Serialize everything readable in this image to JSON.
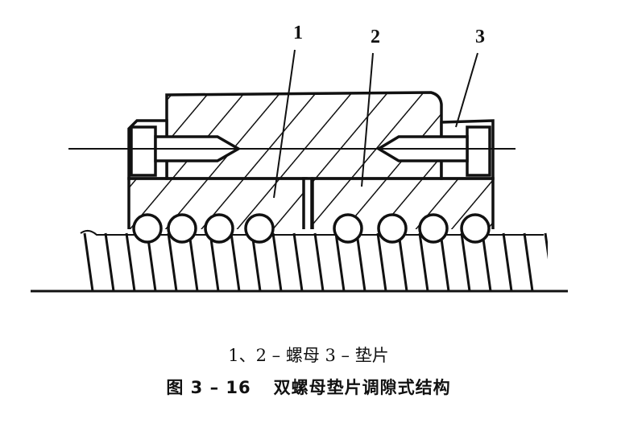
{
  "labels": {
    "one": "1",
    "two": "2",
    "three": "3"
  },
  "legend": "1、2 – 螺母   3 – 垫片",
  "figure": {
    "number": "图 3 – 16",
    "title": "双螺母垫片调隙式结构"
  },
  "colors": {
    "ink": "#111111",
    "background": "#ffffff"
  }
}
